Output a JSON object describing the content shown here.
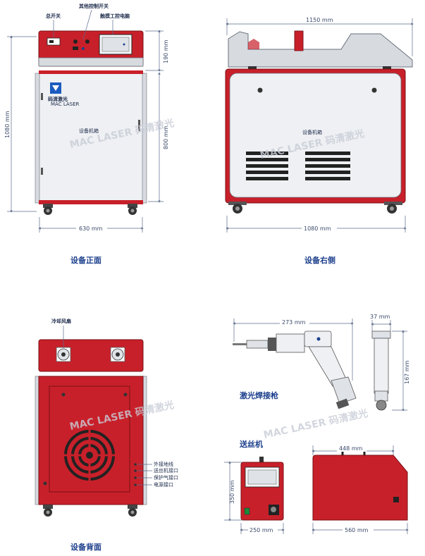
{
  "front": {
    "caption": "设备正面",
    "label_main_switch": "总开关",
    "label_other_switch": "其他控制开关",
    "label_touchscreen": "触摸工控电脑",
    "box_label": "设备机箱",
    "logo_text": "码清激光",
    "logo_sub": "MAC LASER",
    "dim_height_total": "1080 mm",
    "dim_top": "190 mm",
    "dim_body": "800 mm",
    "dim_width": "630 mm"
  },
  "right": {
    "caption": "设备右侧",
    "box_label": "设备机箱",
    "dim_top_width": "1150 mm",
    "dim_bottom_width": "1080 mm"
  },
  "back": {
    "caption": "设备背面",
    "label_fan": "冷却风扇",
    "ports": [
      "外接地线",
      "送丝机接口",
      "保护气接口",
      "电源接口"
    ]
  },
  "gun": {
    "caption": "激光焊接枪",
    "dim_length": "273 mm",
    "dim_width": "37 mm",
    "dim_height": "167 mm"
  },
  "feeder": {
    "caption": "送丝机",
    "dim_height": "350 mm",
    "dim_front_width": "250 mm",
    "dim_top": "448 mm",
    "dim_side_width": "560 mm"
  },
  "watermark": "MAC LASER 码清激光",
  "colors": {
    "accent_red": "#c8202a",
    "label_blue": "#1c3f8c"
  }
}
